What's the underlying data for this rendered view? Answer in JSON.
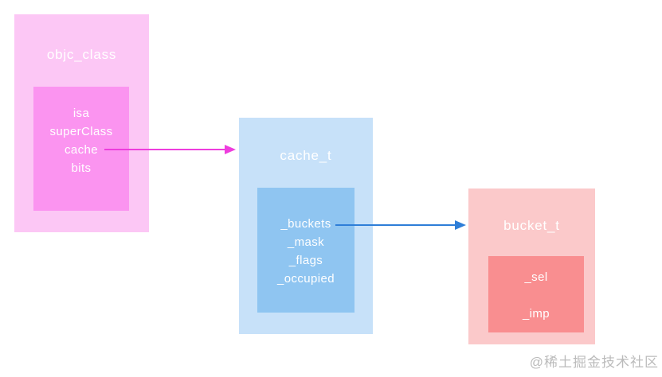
{
  "diagram": {
    "nodes": [
      {
        "id": "objc_class",
        "title": "objc_class",
        "fields": [
          "isa",
          "superClass",
          "cache",
          "bits"
        ]
      },
      {
        "id": "cache_t",
        "title": "cache_t",
        "fields": [
          "_buckets",
          "_mask",
          "_flags",
          "_occupied"
        ]
      },
      {
        "id": "bucket_t",
        "title": "bucket_t",
        "fields": [
          "_sel",
          "_imp"
        ]
      }
    ],
    "arrows": [
      {
        "from_field": "cache",
        "from_node": "objc_class",
        "to_node": "cache_t"
      },
      {
        "from_field": "_buckets",
        "from_node": "cache_t",
        "to_node": "bucket_t"
      }
    ]
  },
  "colors": {
    "node1_outer": "#fcc7f5",
    "node1_inner": "#fb94f0",
    "node2_outer": "#c7e1f9",
    "node2_inner": "#8fc5f1",
    "node3_outer": "#fbc9ca",
    "node3_inner": "#f98e90",
    "arrow1": "#ee3ddd",
    "arrow2": "#2e7ed8",
    "node_text": "#ffffff",
    "watermark_text": "#bbbbbb"
  },
  "watermark": "@稀土掘金技术社区"
}
